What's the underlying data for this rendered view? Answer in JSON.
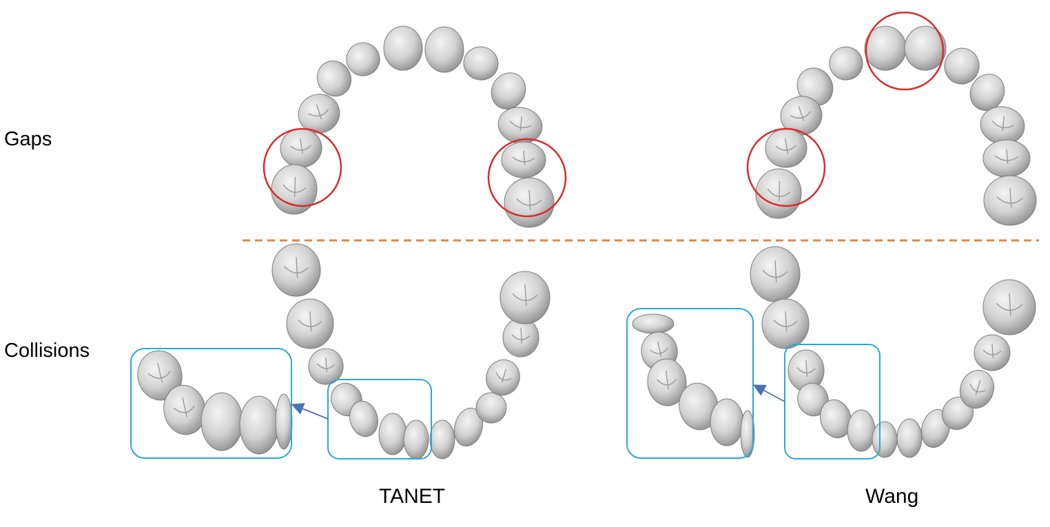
{
  "rows": {
    "gaps_label": "Gaps",
    "collisions_label": "Collisions"
  },
  "methods": {
    "left": "TANET",
    "right": "Wang"
  },
  "colors": {
    "tooth_light": "#e6e6e6",
    "tooth_dark": "#8c8c8c",
    "gap_circle": "#d92b2b",
    "collision_box": "#29a8d8",
    "divider": "#d9894a",
    "arrow": "#4a72b8"
  }
}
